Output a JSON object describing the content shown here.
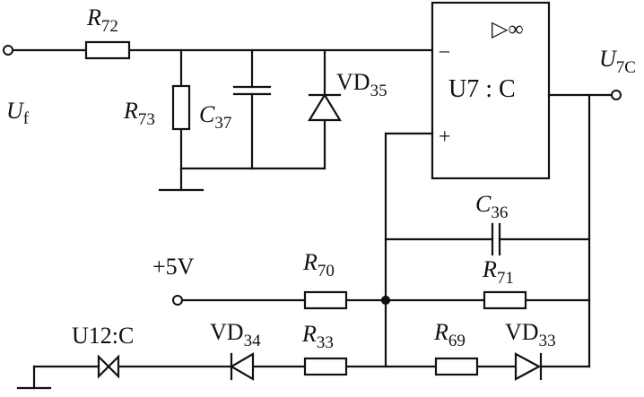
{
  "labels": {
    "R72": {
      "main": "R",
      "sub": "72"
    },
    "R73": {
      "main": "R",
      "sub": "73"
    },
    "C37": {
      "main": "C",
      "sub": "37"
    },
    "VD35": {
      "main": "VD",
      "sub": "35"
    },
    "U7": "U7 : C",
    "amp_symbol": "▷∞",
    "minus": "–",
    "plus": "+",
    "Uf": {
      "main": "U",
      "sub": "f"
    },
    "U7C": {
      "main": "U",
      "sub": "7C"
    },
    "C36": {
      "main": "C",
      "sub": "36"
    },
    "supply": "+5V",
    "R70": {
      "main": "R",
      "sub": "70"
    },
    "R71": {
      "main": "R",
      "sub": "71"
    },
    "U12": "U12:C",
    "VD34": {
      "main": "VD",
      "sub": "34"
    },
    "R33": {
      "main": "R",
      "sub": "33"
    },
    "R69": {
      "main": "R",
      "sub": "69"
    },
    "VD33": {
      "main": "VD",
      "sub": "33"
    }
  }
}
